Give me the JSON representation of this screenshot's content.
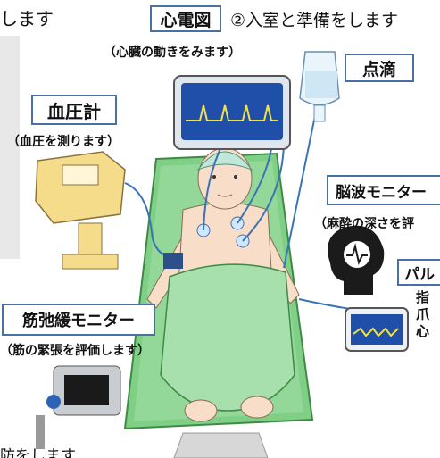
{
  "header": {
    "top_left_fragment": "します",
    "step_title": "②入室と準備をします"
  },
  "labels": {
    "ecg": {
      "title": "心電図",
      "desc": "（心臓の動きをみます）"
    },
    "iv_drip": {
      "title": "点滴"
    },
    "bp_meter": {
      "title": "血圧計",
      "desc": "（血圧を測ります）"
    },
    "eeg_monitor": {
      "title": "脳波モニター",
      "desc": "（麻酔の深さを評"
    },
    "pulse_monitor": {
      "title": "パル",
      "side_chars": [
        "指",
        "爪",
        "心"
      ]
    },
    "muscle_monitor": {
      "title": "筋弛緩モニター",
      "desc": "（筋の緊張を評価します）"
    }
  },
  "footer": {
    "bottom_fragment": "防をします"
  },
  "colors": {
    "label_border": "#4a6fa5",
    "bed": "#7fcf86",
    "monitor_screen": "#1f4fa8",
    "waveform": "#f2e24a",
    "skin": "#f8ddc8",
    "cap": "#bfe8d8"
  }
}
